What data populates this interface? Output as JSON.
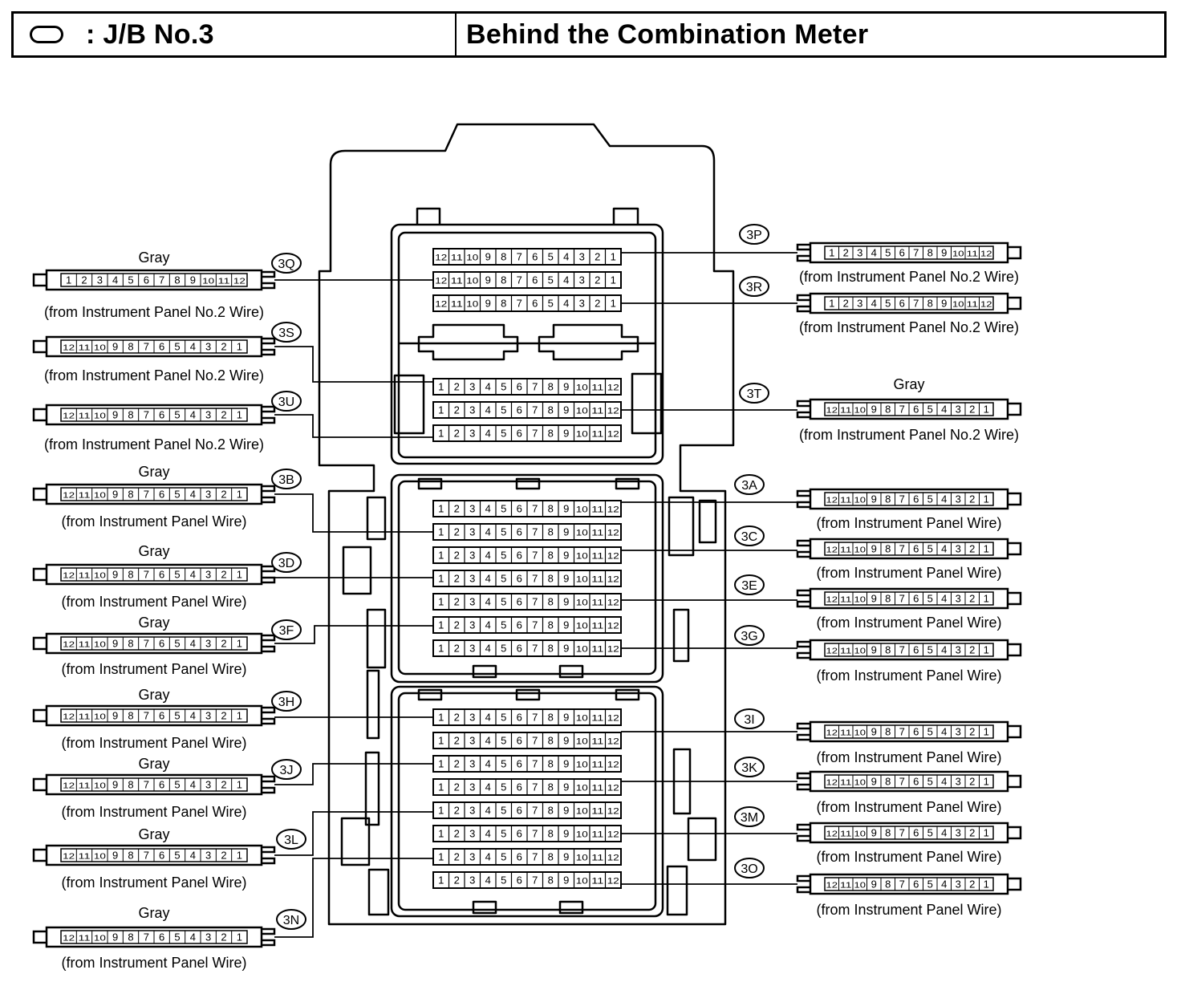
{
  "header": {
    "jb_label": ": J/B No.3",
    "location": "Behind the Combination Meter"
  },
  "labels": {
    "gray": "Gray"
  },
  "block_rows": {
    "desc": [
      "12",
      "11",
      "10",
      "9",
      "8",
      "7",
      "6",
      "5",
      "4",
      "3",
      "2",
      "1"
    ],
    "asc": [
      "1",
      "2",
      "3",
      "4",
      "5",
      "6",
      "7",
      "8",
      "9",
      "10",
      "11",
      "12"
    ]
  },
  "connectors": [
    {
      "id": "3P",
      "gray": "",
      "source": "(from Instrument Panel No.2 Wire)"
    },
    {
      "id": "3Q",
      "gray": "Gray",
      "source": "(from Instrument Panel No.2 Wire)"
    },
    {
      "id": "3R",
      "gray": "",
      "source": "(from Instrument Panel No.2 Wire)"
    },
    {
      "id": "3S",
      "gray": "",
      "source": "(from Instrument Panel No.2 Wire)"
    },
    {
      "id": "3T",
      "gray": "Gray",
      "source": "(from Instrument Panel No.2 Wire)"
    },
    {
      "id": "3U",
      "gray": "",
      "source": "(from Instrument Panel No.2 Wire)"
    },
    {
      "id": "3A",
      "gray": "",
      "source": "(from Instrument Panel Wire)"
    },
    {
      "id": "3B",
      "gray": "Gray",
      "source": "(from Instrument Panel Wire)"
    },
    {
      "id": "3C",
      "gray": "",
      "source": "(from Instrument Panel Wire)"
    },
    {
      "id": "3D",
      "gray": "Gray",
      "source": "(from Instrument Panel Wire)"
    },
    {
      "id": "3E",
      "gray": "",
      "source": "(from Instrument Panel Wire)"
    },
    {
      "id": "3F",
      "gray": "Gray",
      "source": "(from Instrument Panel Wire)"
    },
    {
      "id": "3G",
      "gray": "",
      "source": "(from Instrument Panel Wire)"
    },
    {
      "id": "3H",
      "gray": "Gray",
      "source": "(from Instrument Panel Wire)"
    },
    {
      "id": "3I",
      "gray": "",
      "source": "(from Instrument Panel Wire)"
    },
    {
      "id": "3J",
      "gray": "Gray",
      "source": "(from Instrument Panel Wire)"
    },
    {
      "id": "3K",
      "gray": "",
      "source": "(from Instrument Panel Wire)"
    },
    {
      "id": "3L",
      "gray": "Gray",
      "source": "(from Instrument Panel Wire)"
    },
    {
      "id": "3M",
      "gray": "",
      "source": "(from Instrument Panel Wire)"
    },
    {
      "id": "3N",
      "gray": "Gray",
      "source": "(from Instrument Panel Wire)"
    },
    {
      "id": "3O",
      "gray": "",
      "source": "(from Instrument Panel Wire)"
    }
  ]
}
